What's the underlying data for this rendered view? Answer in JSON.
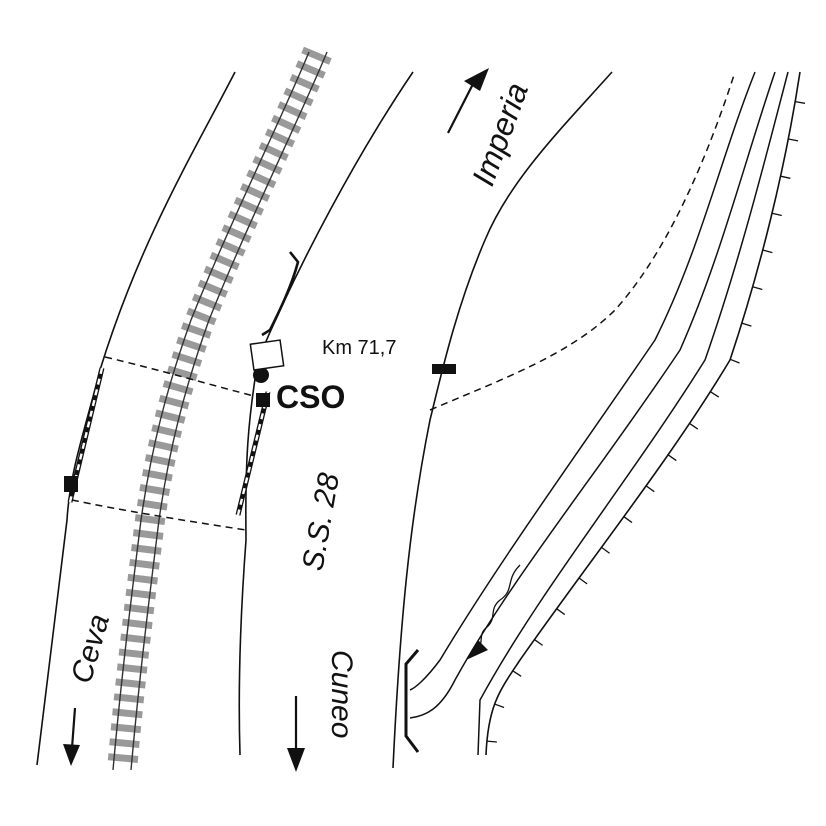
{
  "map": {
    "labels": {
      "imperia": "Imperia",
      "km": "Km 71,7",
      "station": "CSO",
      "road": "S.S. 28",
      "ceva": "Ceva",
      "cuneo": "Cuneo"
    },
    "colors": {
      "line": "#111111",
      "rail_tie": "#999999",
      "background": "#ffffff"
    },
    "icons": [
      "arrow-up-right-icon",
      "arrow-down-icon",
      "station-marker-icon",
      "km-marker-icon",
      "river-flow-arrow-icon"
    ]
  }
}
